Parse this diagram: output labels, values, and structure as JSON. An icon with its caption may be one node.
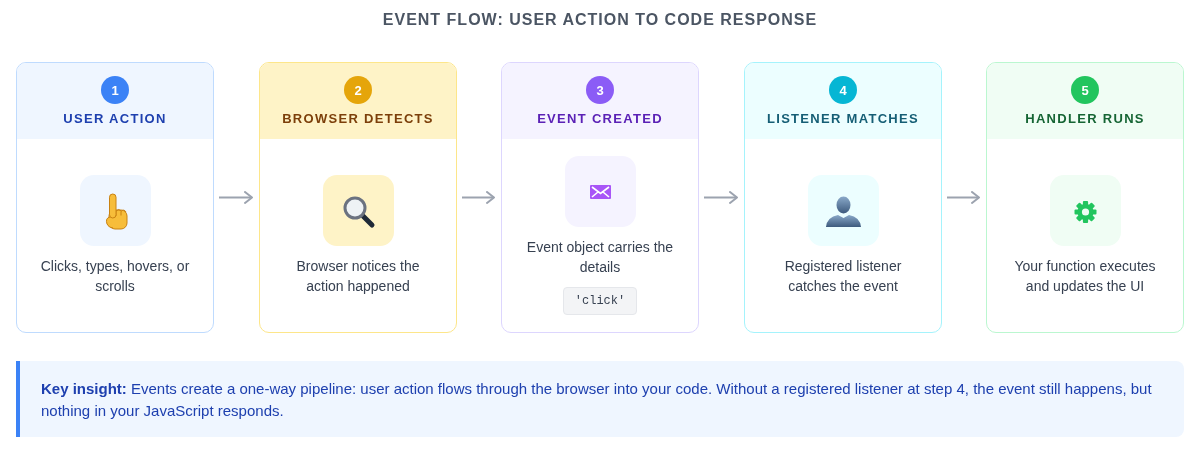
{
  "diagram": {
    "title": "EVENT FLOW: USER ACTION TO CODE RESPONSE",
    "nodes": [
      {
        "text": [
          "USER ACTION",
          "Clicks, types, hovers, or scrolls"
        ]
      },
      {
        "text": [
          "1"
        ],
        "in": 0
      },
      {
        "text": [
          "BROWSER DETECTS",
          "Browser notices the action happened"
        ]
      },
      {
        "text": [
          "2"
        ],
        "in": 2
      },
      {
        "text": [
          "EVENT CREATED",
          "Event object carries the details"
        ]
      },
      {
        "text": [
          "3"
        ],
        "in": 4
      },
      {
        "text": [
          "'click'"
        ],
        "in": 4
      },
      {
        "text": [
          "LISTENER MATCHES",
          "Registered listener catches the event"
        ]
      },
      {
        "text": [
          "4"
        ],
        "in": 7
      },
      {
        "text": [
          "HANDLER RUNS",
          "Your function executes and updates the UI"
        ]
      },
      {
        "text": [
          "5"
        ],
        "in": 9
      },
      {
        "text": [
          "**Key insight:** Events create a one-way pipeline: user action flows through the browser into your code. Without a registered listener at step 4, the event still happens, but nothing in your JavaScript responds."
        ]
      }
    ],
    "edges": [
      {
        "from": 0,
        "to": 2,
        "arrow": "to"
      },
      {
        "from": 2,
        "to": 4,
        "arrow": "to"
      },
      {
        "from": 4,
        "to": 7,
        "arrow": "to"
      },
      {
        "from": 7,
        "to": 9,
        "arrow": "to"
      }
    ]
  }
}
